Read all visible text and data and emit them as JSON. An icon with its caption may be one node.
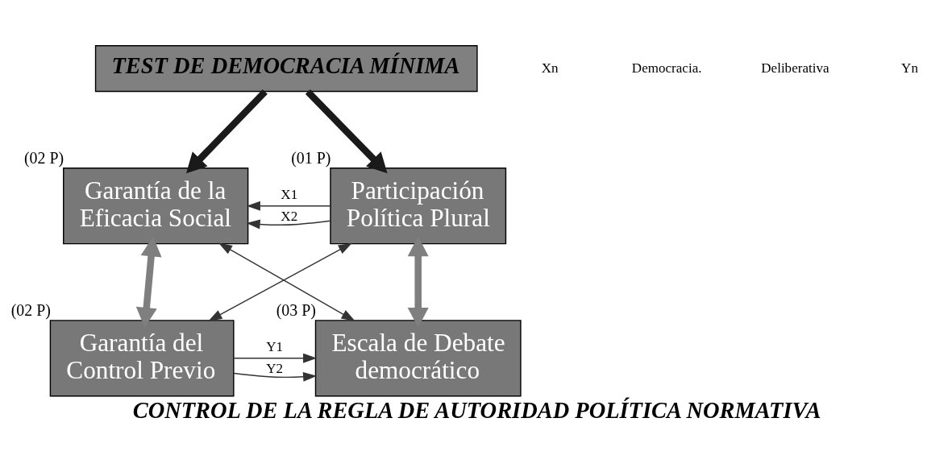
{
  "diagram": {
    "caption": "CONTROL DE LA REGLA DE AUTORIDAD POLÍTICA NORMATIVA",
    "nodes": [
      {
        "text": [
          "TEST DE DEMOCRACIA MÍNIMA"
        ]
      },
      {
        "text": [
          "Garantía de la Eficacia Social"
        ],
        "beside": [
          "(02 P)"
        ]
      },
      {
        "text": [
          "Participación Política Plural"
        ],
        "beside": [
          "(01 P)"
        ]
      },
      {
        "text": [
          "Garantía del Control Previo"
        ],
        "beside": [
          "(02 P)"
        ]
      },
      {
        "text": [
          "Escala de Debate democrático"
        ],
        "beside": [
          "(03 P)"
        ]
      }
    ],
    "edges": [
      {
        "from": 0,
        "to": 1,
        "arrow": "to",
        "style": "thick"
      },
      {
        "from": 0,
        "to": 2,
        "arrow": "to",
        "style": "thick"
      },
      {
        "from": 2,
        "to": 1,
        "arrow": "to",
        "label": "X1"
      },
      {
        "from": 2,
        "to": 1,
        "arrow": "to",
        "label": "X2"
      },
      {
        "from": 1,
        "to": 3,
        "arrow": "both",
        "style": "thick",
        "color": "#7f7f7f"
      },
      {
        "from": 2,
        "to": 4,
        "arrow": "both",
        "style": "thick",
        "color": "#7f7f7f"
      },
      {
        "from": 3,
        "to": 2,
        "arrow": "both"
      },
      {
        "from": 1,
        "to": 4,
        "arrow": "both"
      },
      {
        "from": 3,
        "to": 4,
        "arrow": "to",
        "label": "Y1"
      },
      {
        "from": 3,
        "to": 4,
        "arrow": "to",
        "label": "Y2"
      }
    ],
    "labels": [
      "Xn",
      "Democracia.",
      "Deliberativa",
      "Yn"
    ]
  }
}
